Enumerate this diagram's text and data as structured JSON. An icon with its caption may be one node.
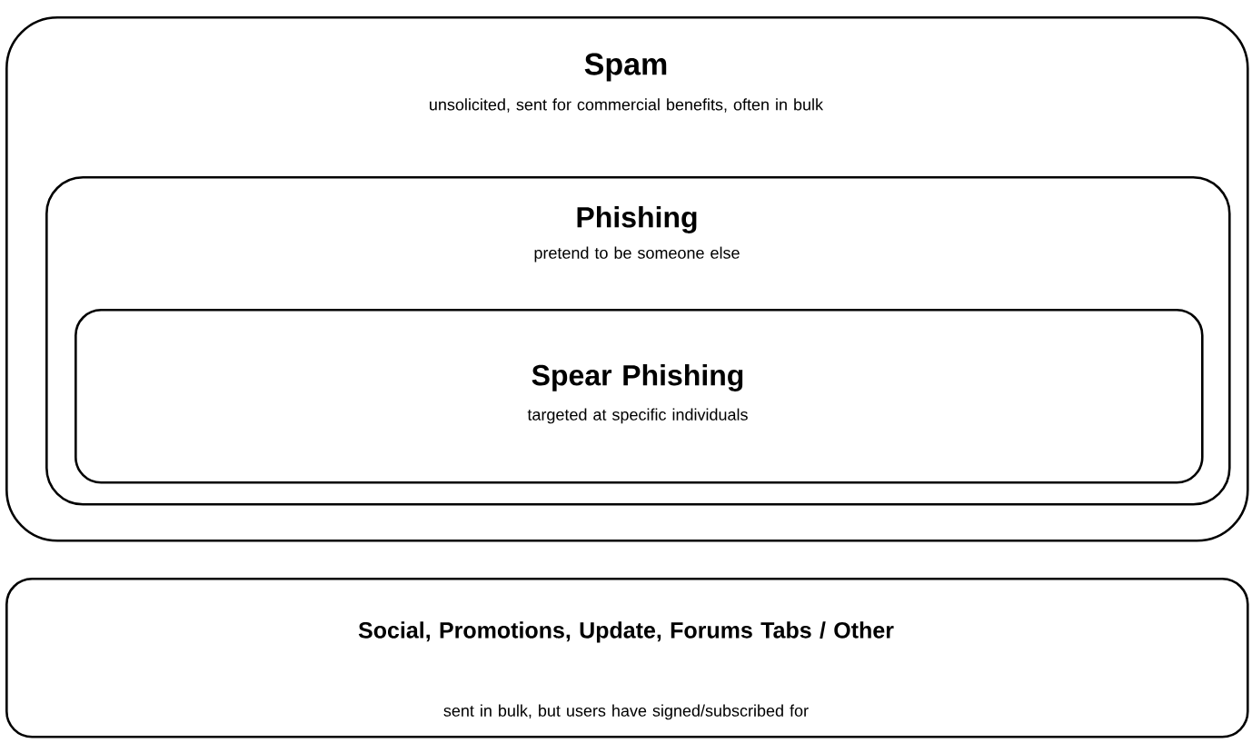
{
  "diagram": {
    "nodes": [
      {
        "text": [
          "Spam",
          "unsolicited, sent for commercial benefits, often in bulk"
        ]
      },
      {
        "text": [
          "Phishing",
          "pretend to be someone else"
        ],
        "in": 0
      },
      {
        "text": [
          "Spear Phishing",
          "targeted at specific individuals"
        ],
        "in": 1
      },
      {
        "text": [
          "Social, Promotions, Update, Forums Tabs / Other",
          "sent in bulk, but users have signed/subscribed for"
        ]
      }
    ]
  }
}
